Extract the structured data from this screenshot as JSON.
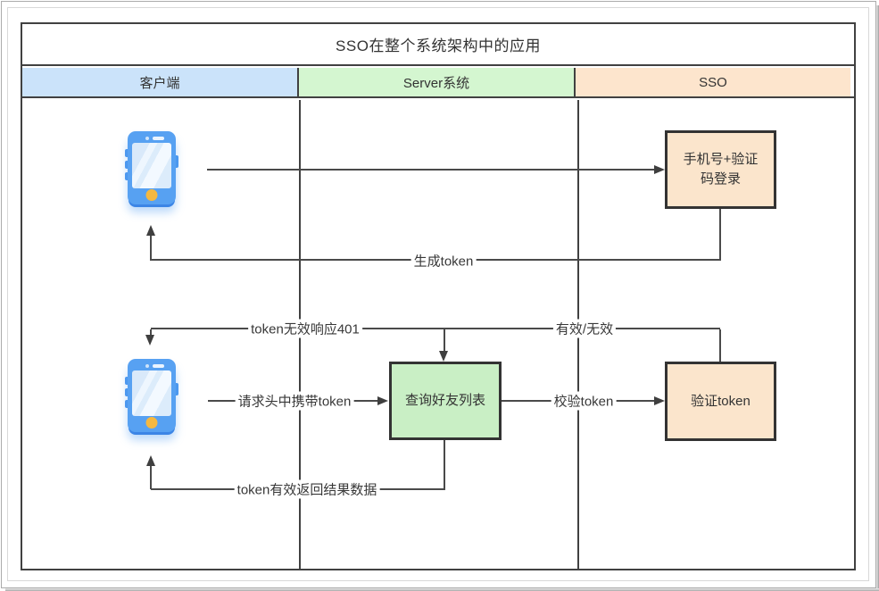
{
  "diagram": {
    "title": "SSO在整个系统架构中的应用",
    "lanes": [
      {
        "label": "客户端",
        "color": "#cbe3fa"
      },
      {
        "label": "Server系统",
        "color": "#d4f6d0"
      },
      {
        "label": "SSO",
        "color": "#fde5cd"
      }
    ],
    "nodes": {
      "login": {
        "label": "手机号+验证\n码登录",
        "color": "#fbe5cc"
      },
      "friends": {
        "label": "查询好友列表",
        "color": "#c9efc5"
      },
      "verify": {
        "label": "验证token",
        "color": "#fbe5cc"
      }
    },
    "edges": {
      "gen_token": "生成token",
      "invalid_401": "token无效响应401",
      "valid_invalid": "有效/无效",
      "req_token": "请求头中携带token",
      "check_token": "校验token",
      "valid_return": "token有效返回结果数据"
    },
    "icons": {
      "client_phone_top": "smartphone-icon",
      "client_phone_bottom": "smartphone-icon"
    },
    "colors": {
      "table_border": "#414141",
      "line": "#4a4a4a",
      "text": "#333333"
    }
  }
}
